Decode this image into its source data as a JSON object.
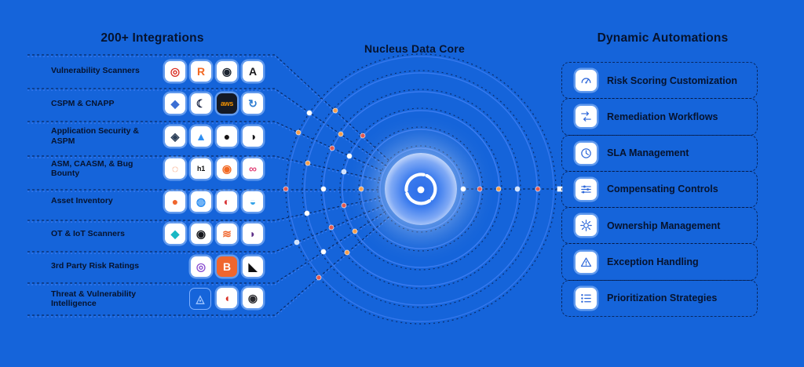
{
  "colors": {
    "background": "#1564da",
    "heading_text": "#06132e",
    "line_navy": "#0b2b66",
    "line_blue": "#3f7ef2",
    "dot_red": "#e25950",
    "dot_orange": "#f59e4b",
    "dot_light": "#cfe2ff",
    "dot_white": "#ffffff",
    "automation_icon_blue": "#2b66d9"
  },
  "left_panel": {
    "title": "200+ Integrations",
    "rows": [
      {
        "label": "Vulnerability Scanners",
        "icons": [
          {
            "name": "vuln-scanner-logo-1",
            "glyph": "◎",
            "color": "#d93025"
          },
          {
            "name": "vuln-scanner-logo-2",
            "glyph": "R",
            "color": "#f26822"
          },
          {
            "name": "vuln-scanner-logo-3",
            "glyph": "◉",
            "color": "#1c2430"
          },
          {
            "name": "vuln-scanner-logo-4",
            "glyph": "A",
            "color": "#18181c"
          }
        ]
      },
      {
        "label": "CSPM & CNAPP",
        "icons": [
          {
            "name": "cspm-logo-1",
            "glyph": "◆",
            "color": "#3b6fd4"
          },
          {
            "name": "cspm-logo-2",
            "glyph": "☾",
            "color": "#0d1b3d"
          },
          {
            "name": "cspm-logo-3",
            "glyph": "aws",
            "color": "#f79400",
            "bg": "#141a26"
          },
          {
            "name": "cspm-logo-4",
            "glyph": "↻",
            "color": "#2e7dd1"
          }
        ]
      },
      {
        "label": "Application Security & ASPM",
        "icons": [
          {
            "name": "appsec-logo-1",
            "glyph": "◈",
            "color": "#2b3e57"
          },
          {
            "name": "appsec-logo-2",
            "glyph": "▲",
            "color": "#2e8ff2"
          },
          {
            "name": "appsec-logo-3",
            "glyph": "●",
            "color": "#171515"
          },
          {
            "name": "appsec-logo-4",
            "glyph": "◑",
            "color": "#16161a"
          }
        ]
      },
      {
        "label": "ASM, CAASM, & Bug Bounty",
        "icons": [
          {
            "name": "asm-logo-1",
            "glyph": "◌",
            "color": "#f26a2a"
          },
          {
            "name": "asm-logo-2",
            "glyph": "h1",
            "color": "#121212"
          },
          {
            "name": "asm-logo-3",
            "glyph": "◉",
            "color": "#f26822"
          },
          {
            "name": "asm-logo-4",
            "glyph": "∞",
            "color": "#e2457a"
          }
        ]
      },
      {
        "label": "Asset Inventory",
        "icons": [
          {
            "name": "asset-logo-1",
            "glyph": "●",
            "color": "#f0662d"
          },
          {
            "name": "asset-logo-2",
            "glyph": "◍",
            "color": "#2e8ff2"
          },
          {
            "name": "asset-logo-3",
            "glyph": "◐",
            "color": "#d93638"
          },
          {
            "name": "asset-logo-4",
            "glyph": "◒",
            "color": "#35a3e8"
          }
        ]
      },
      {
        "label": "OT & IoT Scanners",
        "icons": [
          {
            "name": "ot-logo-1",
            "glyph": "◆",
            "color": "#18b8c4"
          },
          {
            "name": "ot-logo-2",
            "glyph": "◉",
            "color": "#15171c"
          },
          {
            "name": "ot-logo-3",
            "glyph": "≋",
            "color": "#f0662d"
          },
          {
            "name": "ot-logo-4",
            "glyph": "◗",
            "color": "#5b2d86"
          }
        ]
      },
      {
        "label": "3rd Party Risk Ratings",
        "icons": [
          {
            "name": "risk-rating-logo-1",
            "glyph": "◎",
            "color": "#8a4fd0"
          },
          {
            "name": "risk-rating-logo-2",
            "glyph": "B",
            "color": "#ffffff",
            "bg": "#f0662d"
          },
          {
            "name": "risk-rating-logo-3",
            "glyph": "◣",
            "color": "#0d0d0f"
          }
        ]
      },
      {
        "label": "Threat & Vulnerability Intelligence",
        "icons": [
          {
            "name": "threat-intel-logo-1",
            "glyph": "◬",
            "color": "#9cc3ff",
            "outlined": true
          },
          {
            "name": "threat-intel-logo-2",
            "glyph": "◖",
            "color": "#d93025"
          },
          {
            "name": "threat-intel-logo-3",
            "glyph": "◉",
            "color": "#2a2a2e"
          }
        ]
      }
    ]
  },
  "center": {
    "title": "Nucleus Data Core",
    "core_icon": "nucleus-atom-logo"
  },
  "right_panel": {
    "title": "Dynamic Automations",
    "items": [
      {
        "label": "Risk Scoring Customization",
        "icon": "gauge-icon"
      },
      {
        "label": "Remediation Workflows",
        "icon": "workflow-icon"
      },
      {
        "label": "SLA Management",
        "icon": "clock-icon"
      },
      {
        "label": "Compensating Controls",
        "icon": "sliders-icon"
      },
      {
        "label": "Ownership Management",
        "icon": "gear-icon"
      },
      {
        "label": "Exception Handling",
        "icon": "warning-triangle-icon"
      },
      {
        "label": "Prioritization Strategies",
        "icon": "ordered-list-icon"
      }
    ]
  }
}
